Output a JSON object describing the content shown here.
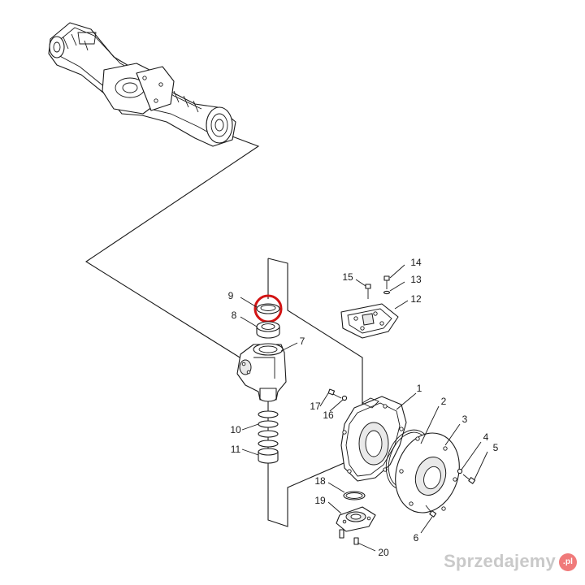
{
  "diagram": {
    "callouts": [
      {
        "id": "c1",
        "label": "1"
      },
      {
        "id": "c2",
        "label": "2"
      },
      {
        "id": "c3",
        "label": "3"
      },
      {
        "id": "c4",
        "label": "4"
      },
      {
        "id": "c5",
        "label": "5"
      },
      {
        "id": "c6",
        "label": "6"
      },
      {
        "id": "c7",
        "label": "7"
      },
      {
        "id": "c8",
        "label": "8"
      },
      {
        "id": "c9",
        "label": "9"
      },
      {
        "id": "c10",
        "label": "10"
      },
      {
        "id": "c11",
        "label": "11"
      },
      {
        "id": "c12",
        "label": "12"
      },
      {
        "id": "c13",
        "label": "13"
      },
      {
        "id": "c14",
        "label": "14"
      },
      {
        "id": "c15",
        "label": "15"
      },
      {
        "id": "c16",
        "label": "16"
      },
      {
        "id": "c17",
        "label": "17"
      },
      {
        "id": "c18",
        "label": "18"
      },
      {
        "id": "c19",
        "label": "19"
      },
      {
        "id": "c20",
        "label": "20"
      }
    ],
    "highlighted_part": "9",
    "highlight_color": "#d21414"
  },
  "watermark": {
    "text": "Sprzedajemy",
    "badge": ".pl"
  }
}
